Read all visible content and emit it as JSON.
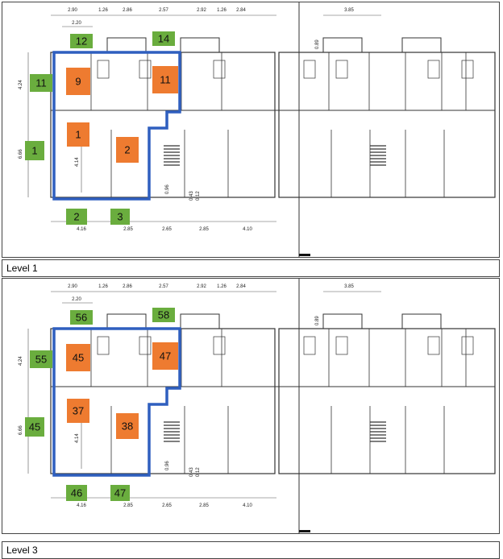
{
  "panels": [
    {
      "id": "level1",
      "caption": "Level 1",
      "dims_top": [
        "2.90",
        "1.26",
        "2.86",
        "2.57",
        "2.92",
        "1.26",
        "2.84",
        "3.85"
      ],
      "dim_top_sub": "2.20",
      "dims_bottom": [
        "4.16",
        "2.85",
        "2.65",
        "2.85",
        "4.10"
      ],
      "dims_left": [
        "4.24",
        "6.66"
      ],
      "dim_inner_v": "4.14",
      "dim_stair": [
        "0.96",
        "0.43",
        "0.12"
      ],
      "dim_right_wing": "0.89",
      "green_labels": [
        "12",
        "14",
        "11",
        "1",
        "2",
        "3"
      ],
      "orange_labels": [
        "9",
        "11",
        "1",
        "2"
      ]
    },
    {
      "id": "level3",
      "caption": "Level 3",
      "dims_top": [
        "2.90",
        "1.26",
        "2.86",
        "2.57",
        "2.92",
        "1.26",
        "2.84",
        "3.85"
      ],
      "dim_top_sub": "2.20",
      "dims_bottom": [
        "4.16",
        "2.85",
        "2.65",
        "2.85",
        "4.10"
      ],
      "dims_left": [
        "4.24",
        "6.66"
      ],
      "dim_inner_v": "4.14",
      "dim_stair": [
        "0.96",
        "0.43",
        "0.12"
      ],
      "dim_right_wing": "0.89",
      "green_labels": [
        "56",
        "58",
        "55",
        "45",
        "46",
        "47"
      ],
      "orange_labels": [
        "45",
        "47",
        "37",
        "38"
      ]
    }
  ],
  "colors": {
    "outline": "#2f5fbf",
    "green": "#6aad3e",
    "orange": "#ee7b30",
    "wall": "#333333"
  }
}
